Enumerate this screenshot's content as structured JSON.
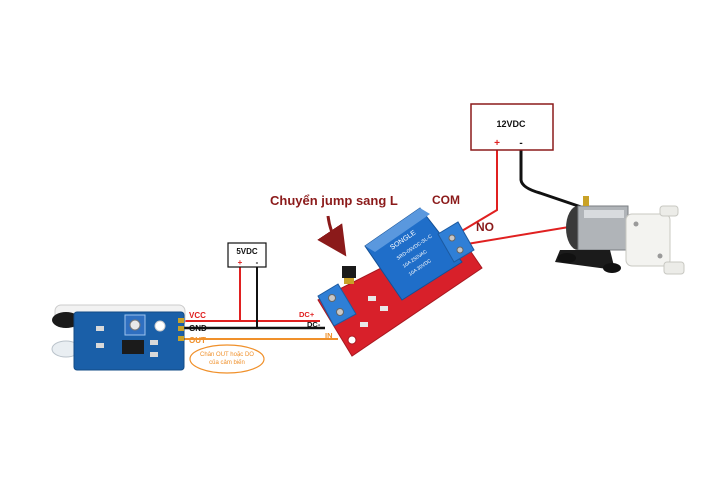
{
  "annotations": {
    "jumper_note": "Chuyển jump sang L",
    "com": "COM",
    "no": "NO",
    "sensor_note_line1": "Chân OUT hoặc DO",
    "sensor_note_line2": "của cảm biến"
  },
  "power_12v": {
    "label": "12VDC",
    "plus": "+",
    "minus": "-"
  },
  "power_5v": {
    "label": "5VDC",
    "plus": "+",
    "minus": "-"
  },
  "sensor_pins": {
    "vcc": "VCC",
    "gnd": "GND",
    "out": "OUT"
  },
  "relay_pins": {
    "dc_plus": "DC+",
    "dc_minus": "DC-",
    "in": "IN"
  },
  "relay_text": {
    "brand": "SONGLE",
    "model": "SRD-05VDC-SL-C",
    "rating1": "10A 250VAC",
    "rating2": "10A 30VDC"
  },
  "colors": {
    "red_wire": "#e02020",
    "black_wire": "#111111",
    "orange_wire": "#f0902a",
    "annotation": "#8b1a1a",
    "sensor_board": "#1a5fa8",
    "relay_board": "#d8202a",
    "relay_body": "#1f6ec9",
    "terminal_blue": "#2f7fd6"
  }
}
